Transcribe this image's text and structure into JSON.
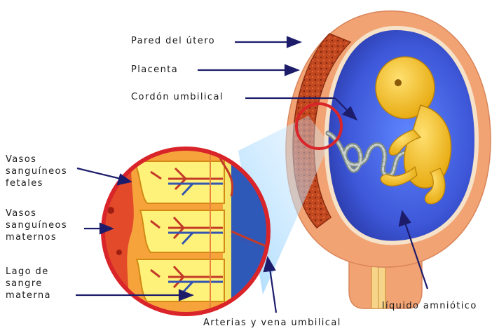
{
  "labels": {
    "uterus_wall": "Pared del útero",
    "placenta": "Placenta",
    "umbilical_cord": "Cordón umbilical",
    "fetal_vessels": [
      "Vasos",
      "sanguíneos",
      "fetales"
    ],
    "maternal_vessels": [
      "Vasos",
      "sanguíneos",
      "maternos"
    ],
    "maternal_blood_lake": [
      "Lago de",
      "sangre",
      "materna"
    ],
    "amniotic_fluid": "líquido amniótico",
    "umbilical_arteries_vein": "Arterias y vena umbilical"
  },
  "colors": {
    "uterus": "#f2a373",
    "placenta": "#c24a26",
    "amniotic_sac": "#3f5bd9",
    "fetus": "#f2c21b",
    "arrow": "#1c1c6b",
    "zoom_ring": "#d9252a"
  }
}
